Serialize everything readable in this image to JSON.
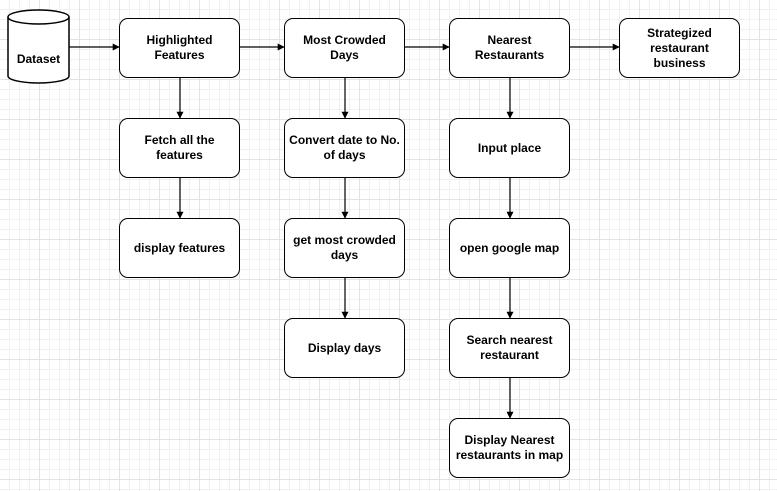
{
  "diagram": {
    "dataset": "Dataset",
    "highlighted_features": "Highlighted Features",
    "fetch_all_features": "Fetch all the features",
    "display_features": "display features",
    "most_crowded_days": "Most Crowded Days",
    "convert_date": "Convert date to No. of days",
    "get_most_crowded_days": "get most crowded days",
    "display_days": "Display days",
    "nearest_restaurants": "Nearest Restaurants",
    "input_place": "Input place",
    "open_google_map": "open google map",
    "search_nearest_restaurant": "Search nearest restaurant",
    "display_nearest_restaurants": "Display Nearest restaurants in map",
    "strategized_business": "Strategized restaurant business"
  }
}
